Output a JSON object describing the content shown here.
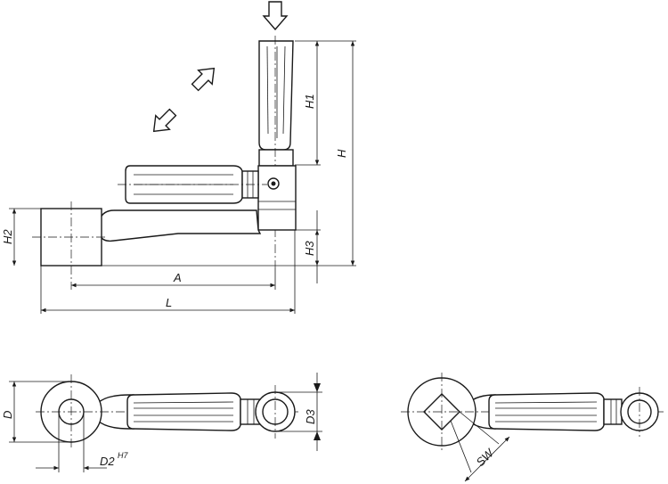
{
  "dimensions": {
    "A": "A",
    "L": "L",
    "H": "H",
    "H1": "H1",
    "H2": "H2",
    "H3": "H3",
    "D": "D",
    "D2": "D2",
    "D2_tolerance": "H7",
    "D3": "D3",
    "SW": "SW"
  },
  "icons": {
    "push_arrow": "arrow-down-icon",
    "fold_arrow_out": "arrow-up-right-icon",
    "fold_arrow_in": "arrow-down-left-icon"
  }
}
